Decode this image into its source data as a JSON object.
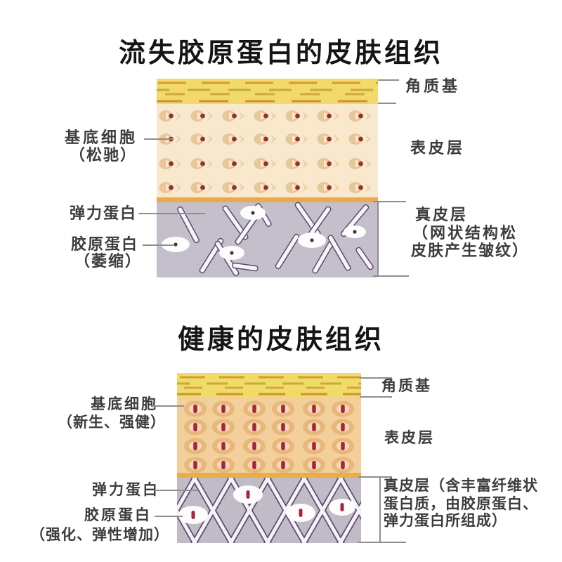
{
  "top": {
    "title": "流失胶原蛋白的皮肤组织",
    "left_labels": {
      "basal": "基底细胞",
      "basal_note": "（松驰）",
      "elastin": "弹力蛋白",
      "collagen": "胶原蛋白",
      "collagen_note": "（萎缩）"
    },
    "right_labels": {
      "corneum": "角质基",
      "epidermis": "表皮层",
      "dermis": "真皮层",
      "dermis_note1": "（网状结构松",
      "dermis_note2": "皮肤产生皱纹）"
    }
  },
  "bottom": {
    "title": "健康的皮肤组织",
    "left_labels": {
      "basal": "基底细胞",
      "basal_note": "（新生、强健）",
      "elastin": "弹力蛋白",
      "collagen": "胶原蛋白",
      "collagen_note": "（强化、弹性增加）"
    },
    "right_labels": {
      "corneum": "角质基",
      "epidermis": "表皮层",
      "dermis_line1": "真皮层（含丰富纤维状",
      "dermis_line2": "蛋白质，由胶原蛋白、",
      "dermis_line3": "弹力蛋白所组成）"
    }
  },
  "colors": {
    "corneum": "#f1da69",
    "corneum_dash_orange": "#d69a3e",
    "corneum_dash_dark": "#c9a93c",
    "epidermis_loose": "#f8e8ce",
    "epidermis_healthy": "#f3cf9b",
    "loose_cell_body": "#e9c59a",
    "loose_cell_nucleus": "#9c2f24",
    "healthy_cell_outer": "#e8b77c",
    "healthy_cell_inner": "#f6dcb6",
    "healthy_cell_nucleus": "#a8243a",
    "dermis": "#c4bfca",
    "fiber_outline": "#5c4d6d",
    "fiber_fill": "#f6f4f8",
    "divider": "#eca94c",
    "leader_line": "#8f8f8f"
  }
}
